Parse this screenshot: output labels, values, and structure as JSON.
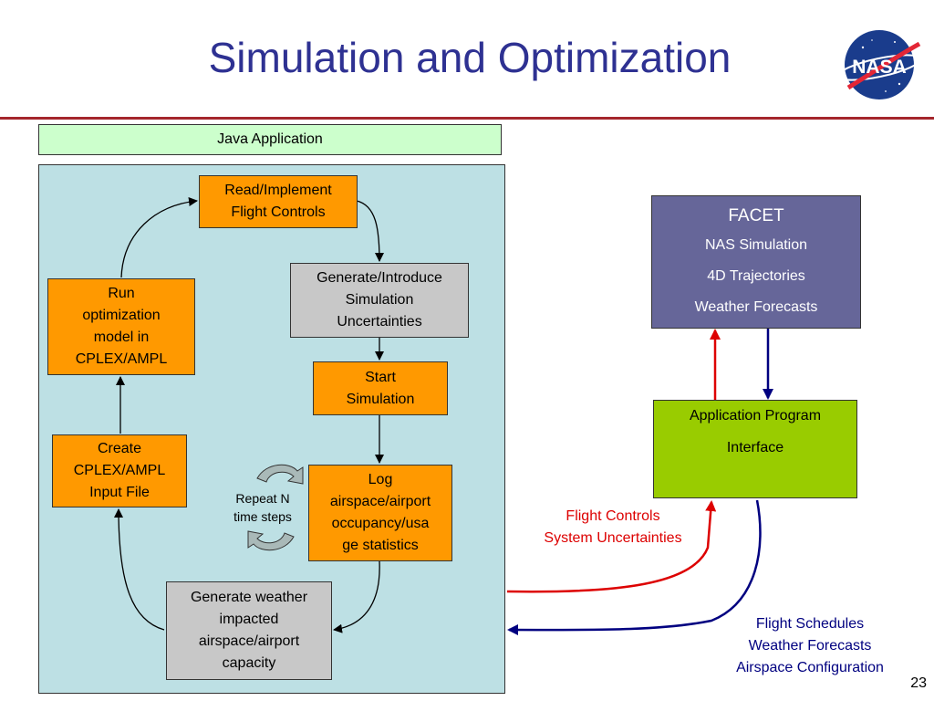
{
  "slide": {
    "title": "Simulation and Optimization",
    "page_number": "23",
    "logo_text": "NASA"
  },
  "java_application": {
    "label": "Java Application"
  },
  "loop_nodes": {
    "read_implement": [
      "Read/Implement",
      "Flight Controls"
    ],
    "generate_uncertainties": [
      "Generate/Introduce",
      "Simulation",
      "Uncertainties"
    ],
    "start_simulation": [
      "Start",
      "Simulation"
    ],
    "log_statistics": [
      "Log",
      "airspace/airport",
      "occupancy/usa",
      "ge statistics"
    ],
    "generate_weather": [
      "Generate weather",
      "impacted",
      "airspace/airport",
      "capacity"
    ],
    "create_input": [
      "Create",
      "CPLEX/AMPL",
      "Input File"
    ],
    "run_optimization": [
      "Run",
      "optimization",
      "model in",
      "CPLEX/AMPL"
    ]
  },
  "repeat_label": [
    "Repeat N",
    "time steps"
  ],
  "facet": {
    "title": "FACET",
    "items": [
      "NAS Simulation",
      "4D Trajectories",
      "Weather Forecasts"
    ]
  },
  "api": {
    "lines": [
      "Application Program",
      "Interface"
    ]
  },
  "flow_labels": {
    "outgoing": [
      "Flight Controls",
      "System Uncertainties"
    ],
    "incoming": [
      "Flight Schedules",
      "Weather Forecasts",
      "Airspace Configuration"
    ]
  },
  "colors": {
    "title": "#2e3192",
    "rule": "#a4262c",
    "panel": "#bde0e4",
    "java_bar": "#ccffcc",
    "orange_box": "#ff9900",
    "gray_box": "#c8c8c8",
    "facet": "#666699",
    "api": "#99cc00",
    "red_arrow": "#dd0000",
    "blue_arrow": "#000080"
  }
}
